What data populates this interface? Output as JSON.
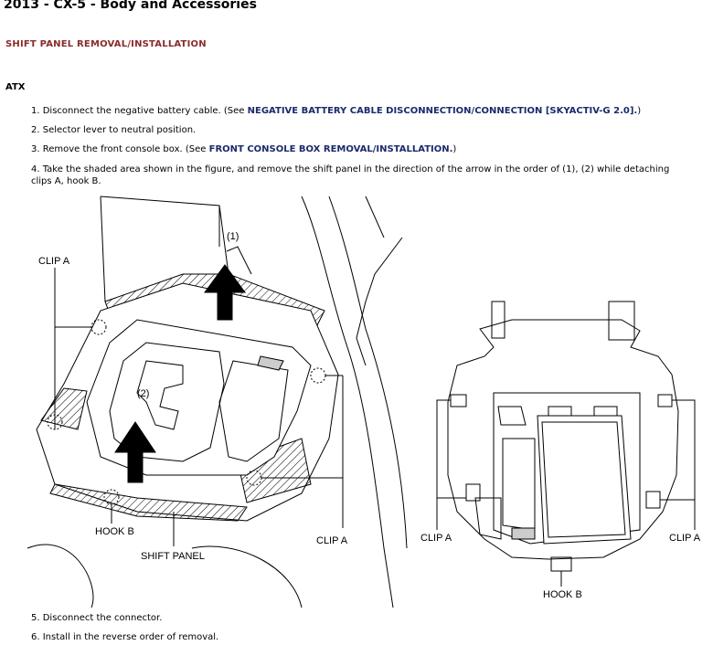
{
  "header": {
    "title": "2013 - CX-5 - Body and Accessories",
    "section": "SHIFT PANEL REMOVAL/INSTALLATION",
    "subsection": "ATX"
  },
  "steps": [
    {
      "text": "1. Disconnect the negative battery cable. (See ",
      "link": "NEGATIVE BATTERY CABLE DISCONNECTION/CONNECTION [SKYACTIV-G 2.0].",
      "after": ")"
    },
    {
      "text": "2. Selector lever to neutral position."
    },
    {
      "text": "3. Remove the front console box. (See ",
      "link": "FRONT CONSOLE BOX REMOVAL/INSTALLATION.",
      "after": ")"
    },
    {
      "text": "4. Take the shaded area shown in the figure, and remove the shift panel in the direction of the arrow in the order of (1), (2) while detaching clips A, hook B."
    },
    {
      "text": "5. Disconnect the connector."
    },
    {
      "text": "6. Install in the reverse order of removal."
    }
  ],
  "figure": {
    "label_step1": "(1)",
    "label_step2": "(2)",
    "clip_a_top_left": "CLIP A",
    "hook_b_left": "HOOK B",
    "shift_panel": "SHIFT PANEL",
    "clip_a_left_bottom": "CLIP A",
    "clip_a_right_view_left": "CLIP A",
    "clip_a_right_view_right": "CLIP A",
    "hook_b_right": "HOOK B"
  }
}
